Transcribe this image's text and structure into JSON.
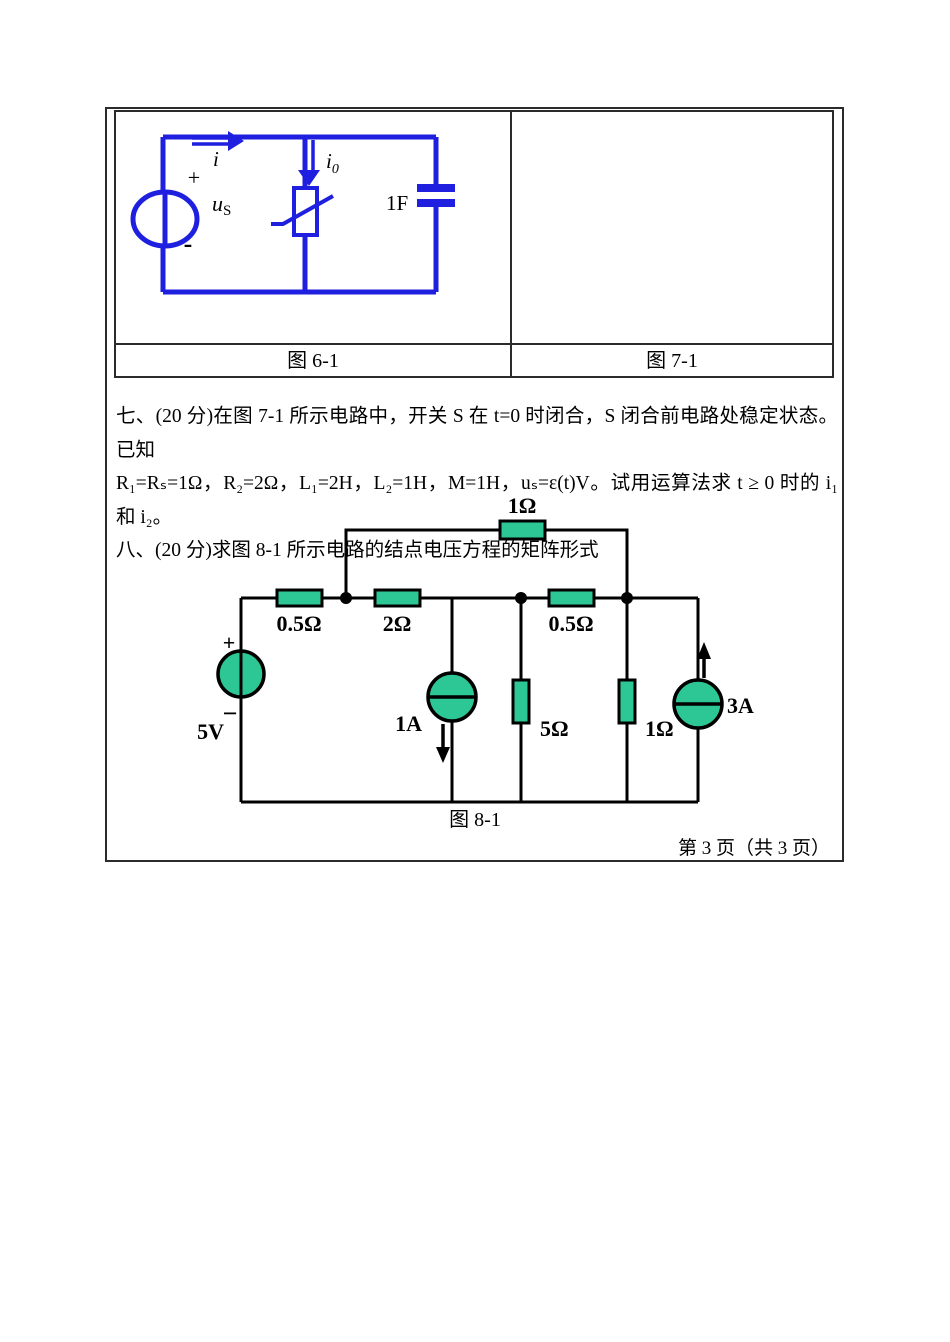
{
  "captions": {
    "fig6": "图 6-1",
    "fig7": "图 7-1",
    "fig8": "图 8-1"
  },
  "problems": {
    "p7_line1": "七、(20 分)在图 7-1 所示电路中，开关 S 在 t=0 时闭合，S 闭合前电路处稳定状态。已知",
    "p7_line2": "R₁=Rₛ=1Ω，R₂=2Ω，L₁=2H，L₂=1H，M=1H，uₛ=ε(t)V。试用运算法求 t ≥ 0 时的 i₁ 和 i₂。",
    "p8_line": "八、(20 分)求图 8-1 所示电路的结点电压方程的矩阵形式"
  },
  "footer": {
    "page_info": "第 3 页（共 3 页）"
  },
  "circuit_6_1": {
    "wire_color": "#1f1fe0",
    "current_label": "i",
    "current0_base": "i",
    "current0_sub": "0",
    "source_plus": "+",
    "source_minus": "-",
    "source_base": "u",
    "source_sub": "S",
    "capacitor_label": "1F"
  },
  "circuit_8_1": {
    "component_fill": "#2dc796",
    "resistor_top": "1Ω",
    "resistor_left": "0.5Ω",
    "resistor_mid": "2Ω",
    "resistor_right": "0.5Ω",
    "resistor_5ohm": "5Ω",
    "resistor_1ohm": "1Ω",
    "voltage_source": "5V",
    "vs_plus": "+",
    "vs_minus": "−",
    "current_source_1": "1A",
    "current_source_3": "3A"
  }
}
